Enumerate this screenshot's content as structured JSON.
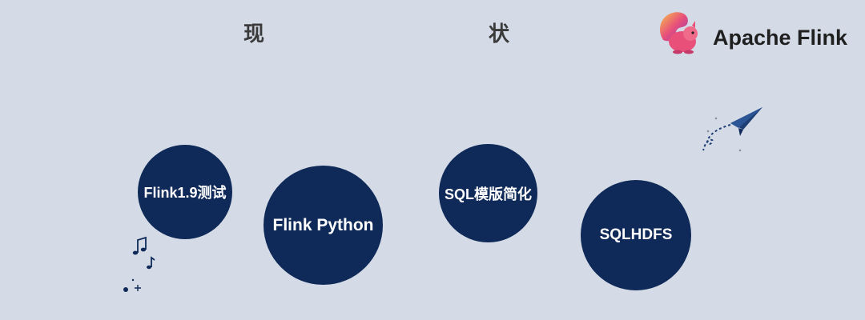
{
  "header": {
    "title_left": "现",
    "title_right": "状"
  },
  "brand": {
    "name": "Apache Flink",
    "logo_icon": "flink-squirrel-logo"
  },
  "bubbles": [
    {
      "label": "Flink1.9测试"
    },
    {
      "label": "Flink Python"
    },
    {
      "label": "SQL模版简化"
    },
    {
      "label": "SQLHDFS"
    }
  ],
  "decorations": {
    "paper_plane_icon": "paper-plane-icon",
    "music_notes_icon": "music-notes-icon"
  },
  "colors": {
    "background": "#d4dbe6",
    "bubble": "#0f2a58",
    "bubble_text": "#ffffff",
    "title": "#3a3a3a"
  }
}
